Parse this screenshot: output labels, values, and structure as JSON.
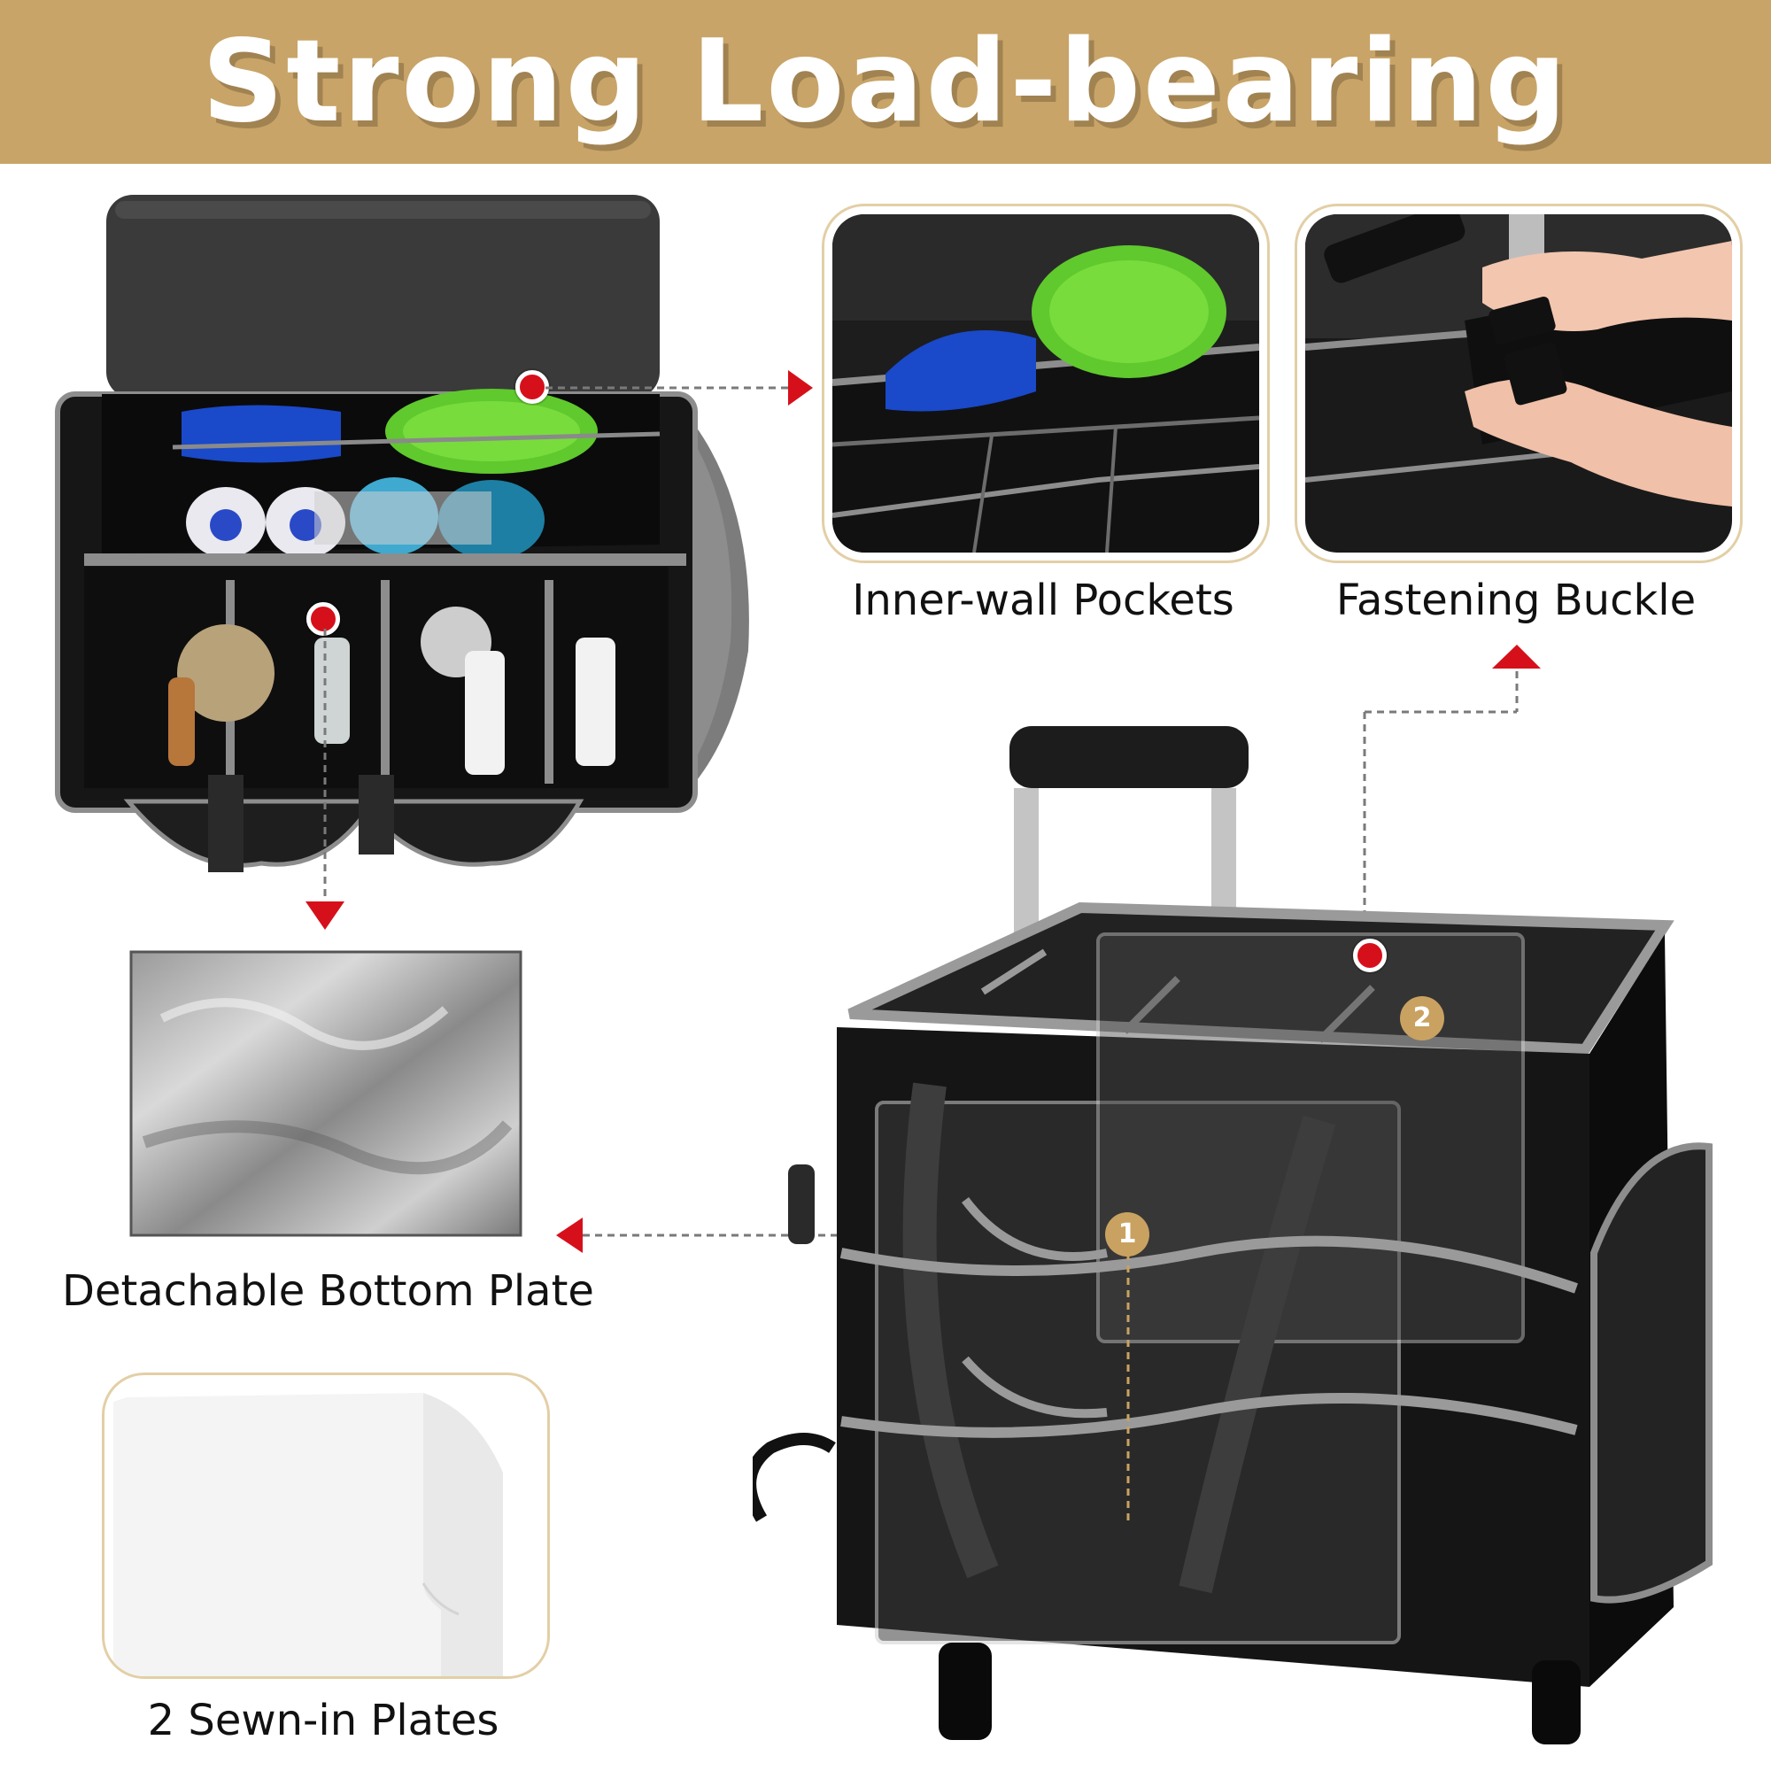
{
  "header": {
    "title": "Strong Load-bearing"
  },
  "features": {
    "inner_wall_pockets": "Inner-wall Pockets",
    "fastening_buckle": "Fastening Buckle",
    "bottom_plate": "Detachable Bottom Plate",
    "sewn_in_plates": "2 Sewn-in Plates"
  },
  "badges": {
    "one": "1",
    "two": "2"
  },
  "colors": {
    "banner": "#c8a468",
    "pointer": "#d6101b",
    "bag": "#1a1a1a",
    "trim": "#9a9a9a"
  }
}
